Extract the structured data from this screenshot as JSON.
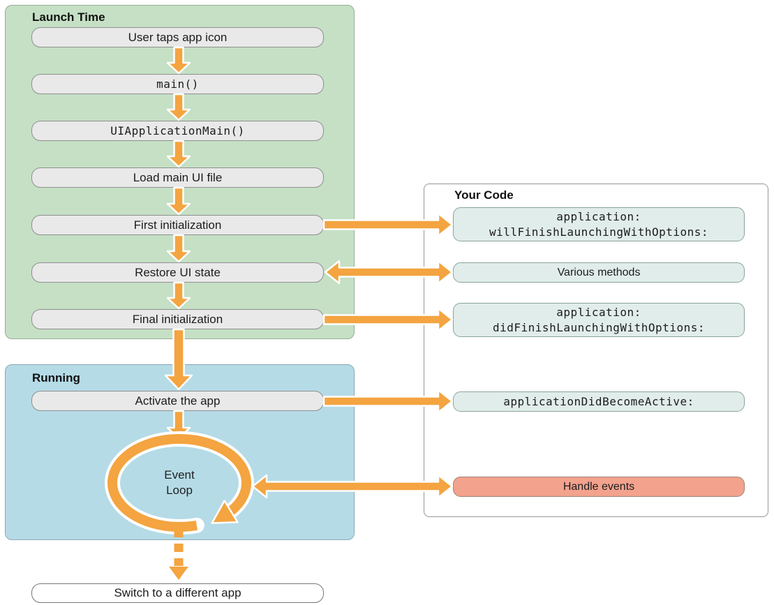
{
  "diagram_title": "App launch sequence flow diagram",
  "colors": {
    "launch_panel_bg": "#c5e0c5",
    "running_panel_bg": "#b5dbe7",
    "step_box_bg": "#e9e9e9",
    "method_box_bg": "#e1edea",
    "handle_events_bg": "#f2a28d",
    "arrow_orange": "#f4a440",
    "your_code_bg": "#ffffff"
  },
  "launch_panel": {
    "title": "Launch Time",
    "steps": [
      {
        "label": "User taps app icon"
      },
      {
        "label": "main()"
      },
      {
        "label": "UIApplicationMain()"
      },
      {
        "label": "Load main UI file"
      },
      {
        "label": "First initialization"
      },
      {
        "label": "Restore UI state"
      },
      {
        "label": "Final initialization"
      }
    ]
  },
  "running_panel": {
    "title": "Running",
    "activate_label": "Activate the app",
    "event_loop": {
      "line1": "Event",
      "line2": "Loop"
    }
  },
  "your_code_panel": {
    "title": "Your Code",
    "methods": [
      {
        "line1": "application:",
        "line2": "willFinishLaunchingWithOptions:"
      },
      {
        "line1": "Various methods"
      },
      {
        "line1": "application:",
        "line2": "didFinishLaunchingWithOptions:"
      },
      {
        "line1": "applicationDidBecomeActive:"
      },
      {
        "line1": "Handle events"
      }
    ]
  },
  "footer": {
    "switch_label": "Switch to a different app"
  }
}
